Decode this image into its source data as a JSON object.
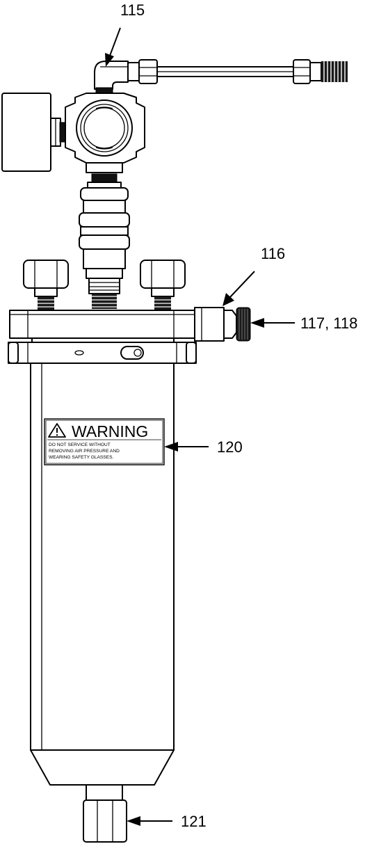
{
  "callouts": {
    "c115": "115",
    "c116": "116",
    "c117_118": "117, 118",
    "c120": "120",
    "c121": "121"
  },
  "warning_label": {
    "title": "WARNING",
    "line1": "DO NOT SERVICE WITHOUT",
    "line2": "REMOVING AIR PRESSURE AND",
    "line3": "WEARING SAFETY GLASSES."
  }
}
